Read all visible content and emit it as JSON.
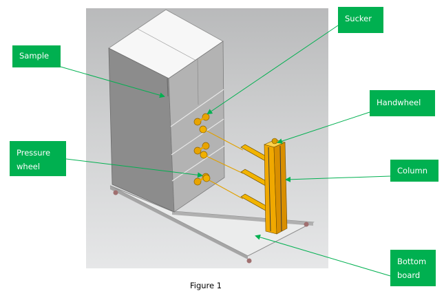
{
  "figure": {
    "caption": "Figure 1",
    "labels": {
      "sample": "Sample",
      "sucker": "Sucker",
      "handwheel": "Handwheel",
      "pressure_wheel_line1": "Pressure",
      "pressure_wheel_line2": "wheel",
      "column": "Column",
      "bottom_board_line1": "Bottom",
      "bottom_board_line2": "board"
    },
    "colors": {
      "label_bg": "#00b050",
      "label_text": "#ffffff",
      "arrow": "#00b050",
      "fixture": "#f0a800"
    }
  }
}
